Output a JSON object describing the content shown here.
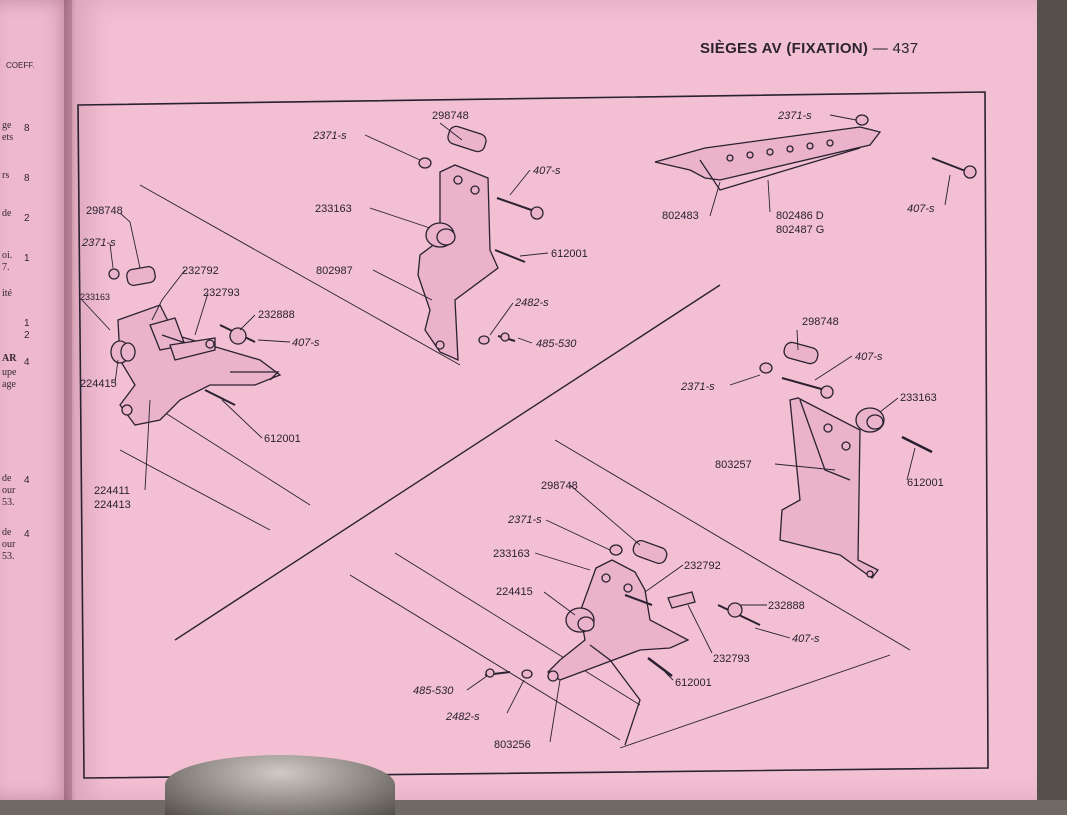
{
  "header": {
    "title": "SIÈGES AV (FIXATION)",
    "separator": "—",
    "page_number": "437"
  },
  "left_page": {
    "column_header": "COEFF.",
    "fragments": [
      {
        "text": "ge",
        "id": "f1"
      },
      {
        "text": "ets",
        "id": "f2"
      },
      {
        "text": "rs",
        "id": "f3"
      },
      {
        "text": "de",
        "id": "f4"
      },
      {
        "text": "oi.",
        "id": "f5"
      },
      {
        "text": "7.",
        "id": "f6"
      },
      {
        "text": "ité",
        "id": "f7"
      },
      {
        "text": "AR",
        "id": "f8"
      },
      {
        "text": "upe",
        "id": "f9"
      },
      {
        "text": "age",
        "id": "f10"
      },
      {
        "text": "de",
        "id": "f11"
      },
      {
        "text": "our",
        "id": "f12"
      },
      {
        "text": "53.",
        "id": "f13"
      },
      {
        "text": "de",
        "id": "f14"
      },
      {
        "text": "our",
        "id": "f15"
      },
      {
        "text": "53.",
        "id": "f16"
      }
    ],
    "coefficients": [
      "8",
      "8",
      "2",
      "1",
      "1",
      "2",
      "4",
      "4",
      "4"
    ]
  },
  "labels": {
    "tl": {
      "l298748": "298748",
      "l2371": "2371-s",
      "l233163": "233163",
      "l232792": "232792",
      "l232793": "232793",
      "l232888": "232888",
      "l407": "407-s",
      "l224415": "224415",
      "l612001": "612001",
      "l224411": "224411",
      "l224413": "224413"
    },
    "tc": {
      "l2371": "2371-s",
      "l298748": "298748",
      "l407": "407-s",
      "l233163": "233163",
      "l612001": "612001",
      "l802987": "802987",
      "l2482": "2482-s",
      "l485": "485-530"
    },
    "tr": {
      "l2371": "2371-s",
      "l407": "407-s",
      "l802483": "802483",
      "l802486": "802486 D",
      "l802487": "802487 G"
    },
    "mr": {
      "l298748": "298748",
      "l407": "407-s",
      "l2371": "2371-s",
      "l233163": "233163",
      "l803257": "803257",
      "l612001": "612001"
    },
    "bc": {
      "l298748": "298748",
      "l2371": "2371-s",
      "l233163": "233163",
      "l232792": "232792",
      "l224415": "224415",
      "l232888": "232888",
      "l407": "407-s",
      "l232793": "232793",
      "l485": "485-530",
      "l612001": "612001",
      "l2482": "2482-s",
      "l803256": "803256"
    }
  },
  "colors": {
    "paper_right": "#f3bfd3",
    "paper_left": "#eeb9cd",
    "ink": "#2a2230",
    "background": "#6f6a63"
  }
}
